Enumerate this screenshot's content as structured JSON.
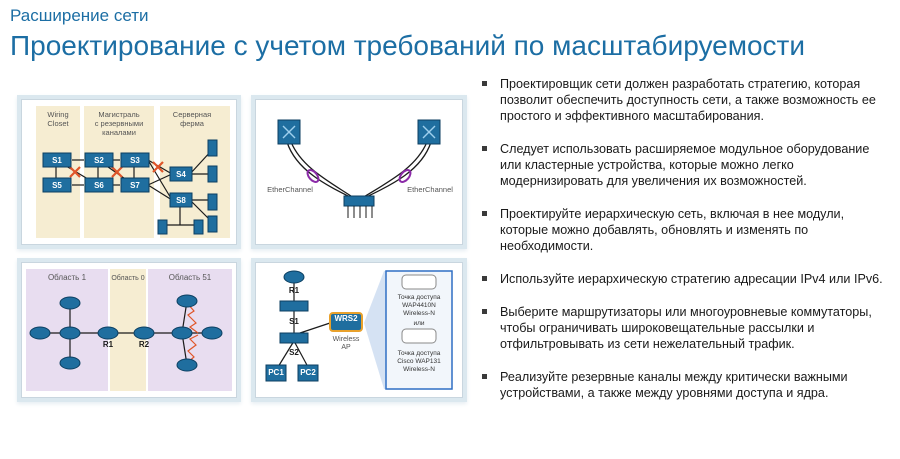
{
  "header": {
    "section": "Расширение сети",
    "title": "Проектирование с учетом требований по масштабируемости"
  },
  "diagram_switches": {
    "zone_wiring": "Wiring",
    "zone_wiring2": "Closet",
    "zone_backbone1": "Магистраль",
    "zone_backbone2": "с резервными",
    "zone_backbone3": "каналами",
    "zone_server1": "Серверная",
    "zone_server2": "ферма",
    "labels": [
      "S1",
      "S2",
      "S3",
      "S4",
      "S5",
      "S6",
      "S7",
      "S8"
    ]
  },
  "diagram_etherchannel": {
    "left": "EtherChannel",
    "right": "EtherChannel"
  },
  "diagram_ospf": {
    "area1": "Область 1",
    "area0": "Область 0",
    "area51": "Область 51",
    "r1": "R1",
    "r2": "R2"
  },
  "diagram_wireless": {
    "r1": "R1",
    "s1": "S1",
    "s2": "S2",
    "wrs2": "WRS2",
    "wireless1": "Wireless",
    "wireless2": "AP",
    "pc1": "PC1",
    "pc2": "PC2",
    "ap1_line1": "Точка доступа",
    "ap1_line2": "WAP4410N",
    "ap1_line3": "Wireless-N",
    "or": "или",
    "ap2_line1": "Точка доступа",
    "ap2_line2": "Cisco WAP131",
    "ap2_line3": "Wireless-N"
  },
  "bullets": [
    "Проектировщик сети должен разработать стратегию, которая позволит обеспечить доступность сети, а также возможность ее простого и эффективного масштабирования.",
    "Следует использовать расширяемое модульное оборудование или кластерные устройства, которые можно легко модернизировать для увеличения их возможностей.",
    "Проектируйте иерархическую сеть, включая в нее модули, которые можно добавлять, обновлять и изменять по необходимости.",
    "Используйте иерархическую стратегию адресации IPv4 или IPv6.",
    "Выберите маршрутизаторы или многоуровневые коммутаторы, чтобы ограничивать широковещательные рассылки и отфильтровывать из сети нежелательный трафик.",
    "Реализуйте резервные каналы между критически важными устройствами, а также между уровнями доступа и ядра."
  ]
}
